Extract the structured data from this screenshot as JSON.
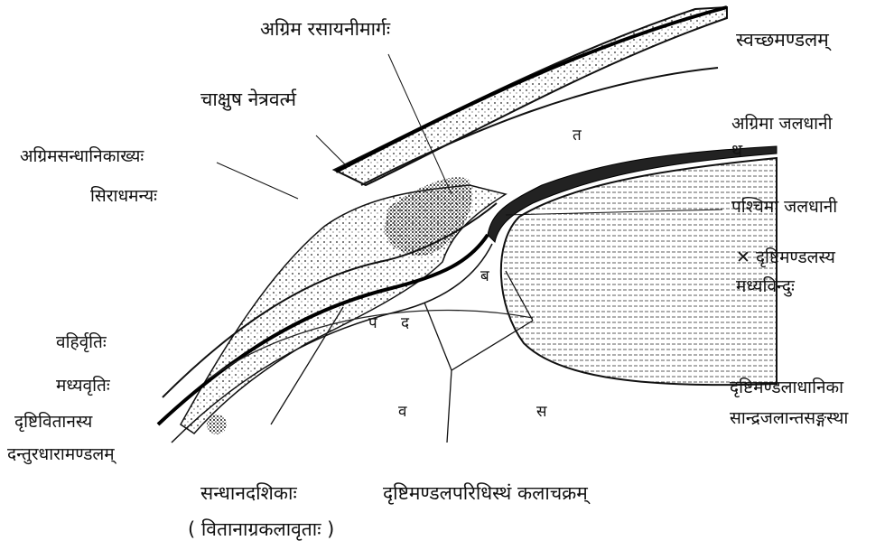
{
  "labels": {
    "anterior_canal": "अग्रिम रसायनीमार्गः",
    "cornea": "स्वच्छमण्डलम्",
    "conjunctiva": "चाक्षुष नेत्रवर्त्म",
    "anterior_chamber": "अग्रिमा जलधानी",
    "chamber_letter": "थ",
    "anterior_ciliary": "अग्रिमसन्धानिकाख्यः",
    "vein": "सिराधमन्यः",
    "posterior_chamber": "पश्चिमा जलधानी",
    "lens_centre_1": "✕ दृष्टिमण्डलस्य",
    "lens_centre_2": "मध्यविन्दुः",
    "outer_coat": "वहिर्वृतिः",
    "middle_coat": "मध्यवृतिः",
    "retina_1": "दृष्टिवितानस्य",
    "retina_2": "दन्तुरधारामण्डलम्",
    "lens_capsule_1": "दृष्टिमण्डलाधानिका",
    "lens_capsule_2": "सान्द्रजलान्तसङ्गस्था",
    "zonule_1": "सन्धानदशिकाः",
    "zonule_2": "( वितानाग्रकलावृताः )",
    "ciliary_ring": "दृष्टिमण्डलपरिधिस्थं कलाचक्रम्"
  },
  "inner_letters": {
    "ta": "त",
    "pa": "प",
    "da": "द",
    "ba": "ब",
    "va": "व",
    "sa": "स"
  }
}
